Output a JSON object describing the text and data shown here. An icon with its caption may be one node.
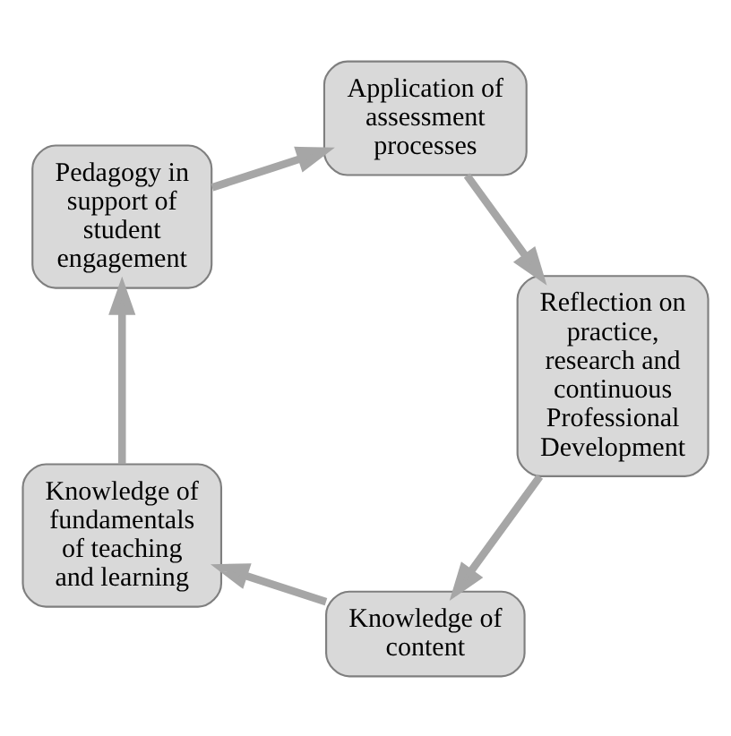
{
  "diagram": {
    "nodes": [
      {
        "text": [
          "Knowledge of content"
        ]
      },
      {
        "text": [
          "Knowledge of fundamentals of teaching and learning"
        ]
      },
      {
        "text": [
          "Pedagogy in support of student engagement"
        ]
      },
      {
        "text": [
          "Application of assessment processes"
        ]
      },
      {
        "text": [
          "Reflection on practice, research and continuous Professional Development"
        ]
      }
    ],
    "edges": [
      {
        "from": 0,
        "to": 1,
        "arrow": "to"
      },
      {
        "from": 1,
        "to": 2,
        "arrow": "to"
      },
      {
        "from": 2,
        "to": 3,
        "arrow": "to"
      },
      {
        "from": 3,
        "to": 4,
        "arrow": "to"
      },
      {
        "from": 4,
        "to": 0,
        "arrow": "to"
      }
    ]
  }
}
